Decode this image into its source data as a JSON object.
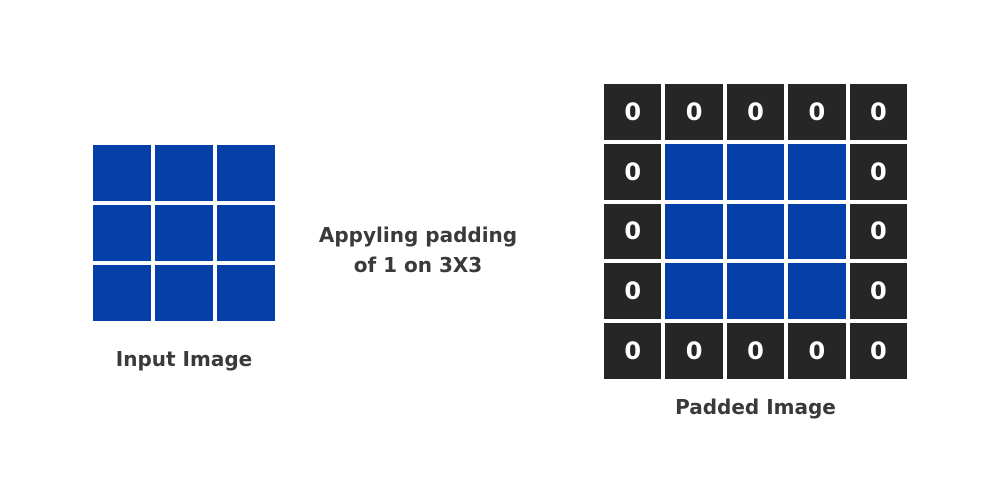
{
  "labels": {
    "input": "Input Image",
    "operation_line1": "Appyling padding",
    "operation_line2": "of 1 on 3X3",
    "padded": "Padded Image"
  },
  "input_grid": {
    "rows": 3,
    "cols": 3
  },
  "padded_grid": {
    "rows": 5,
    "cols": 5,
    "pad_value": "0",
    "cells": [
      [
        "0",
        "0",
        "0",
        "0",
        "0"
      ],
      [
        "0",
        "",
        "",
        "",
        "0"
      ],
      [
        "0",
        "",
        "",
        "",
        "0"
      ],
      [
        "0",
        "",
        "",
        "",
        "0"
      ],
      [
        "0",
        "0",
        "0",
        "0",
        "0"
      ]
    ]
  },
  "colors": {
    "image_cell": "#0540a8",
    "pad_cell": "#262626",
    "pad_text": "#ffffff",
    "label_text": "#3a3a3a"
  }
}
